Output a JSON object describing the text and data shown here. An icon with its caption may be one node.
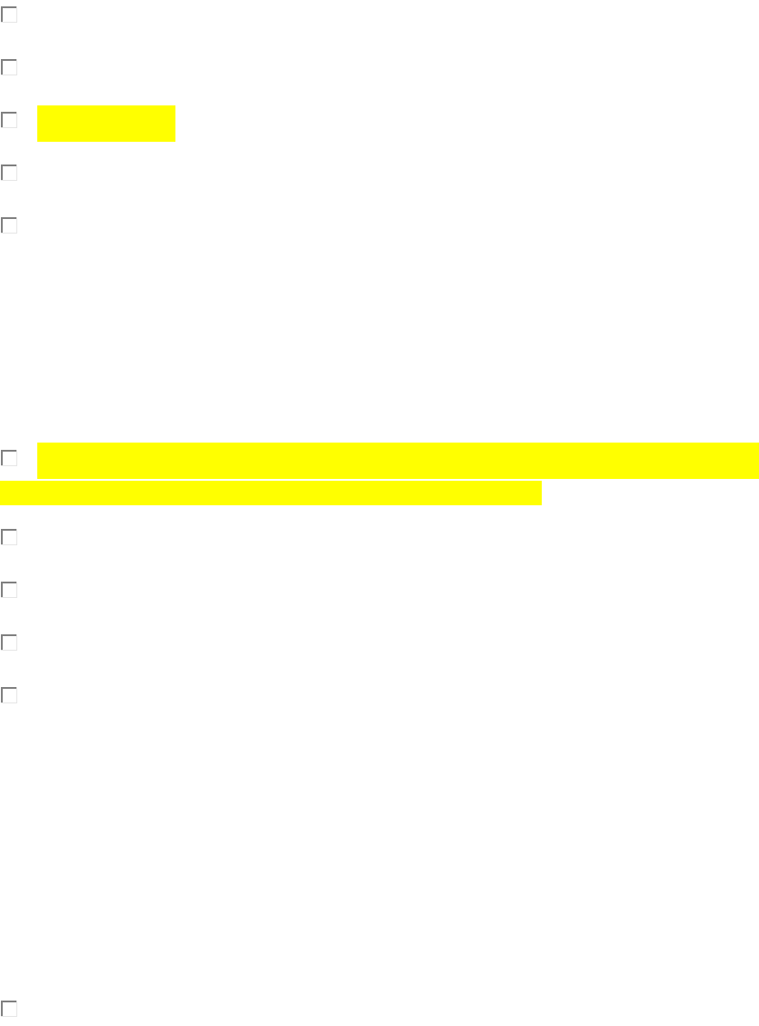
{
  "diagram": {
    "nodes": [
      {
        "text": [],
        "shape": "box"
      },
      {
        "text": [],
        "shape": "box"
      },
      {
        "text": [],
        "shape": "box"
      },
      {
        "text": [],
        "shape": "bar"
      },
      {
        "text": [],
        "shape": "box"
      },
      {
        "text": [],
        "shape": "box"
      },
      {
        "text": [],
        "shape": "bar"
      },
      {
        "text": [],
        "shape": "box"
      },
      {
        "text": [],
        "shape": "bar"
      },
      {
        "text": [],
        "shape": "box"
      },
      {
        "text": [],
        "shape": "box"
      },
      {
        "text": [],
        "shape": "box"
      },
      {
        "text": [],
        "shape": "box"
      },
      {
        "text": [],
        "shape": "box"
      }
    ]
  }
}
